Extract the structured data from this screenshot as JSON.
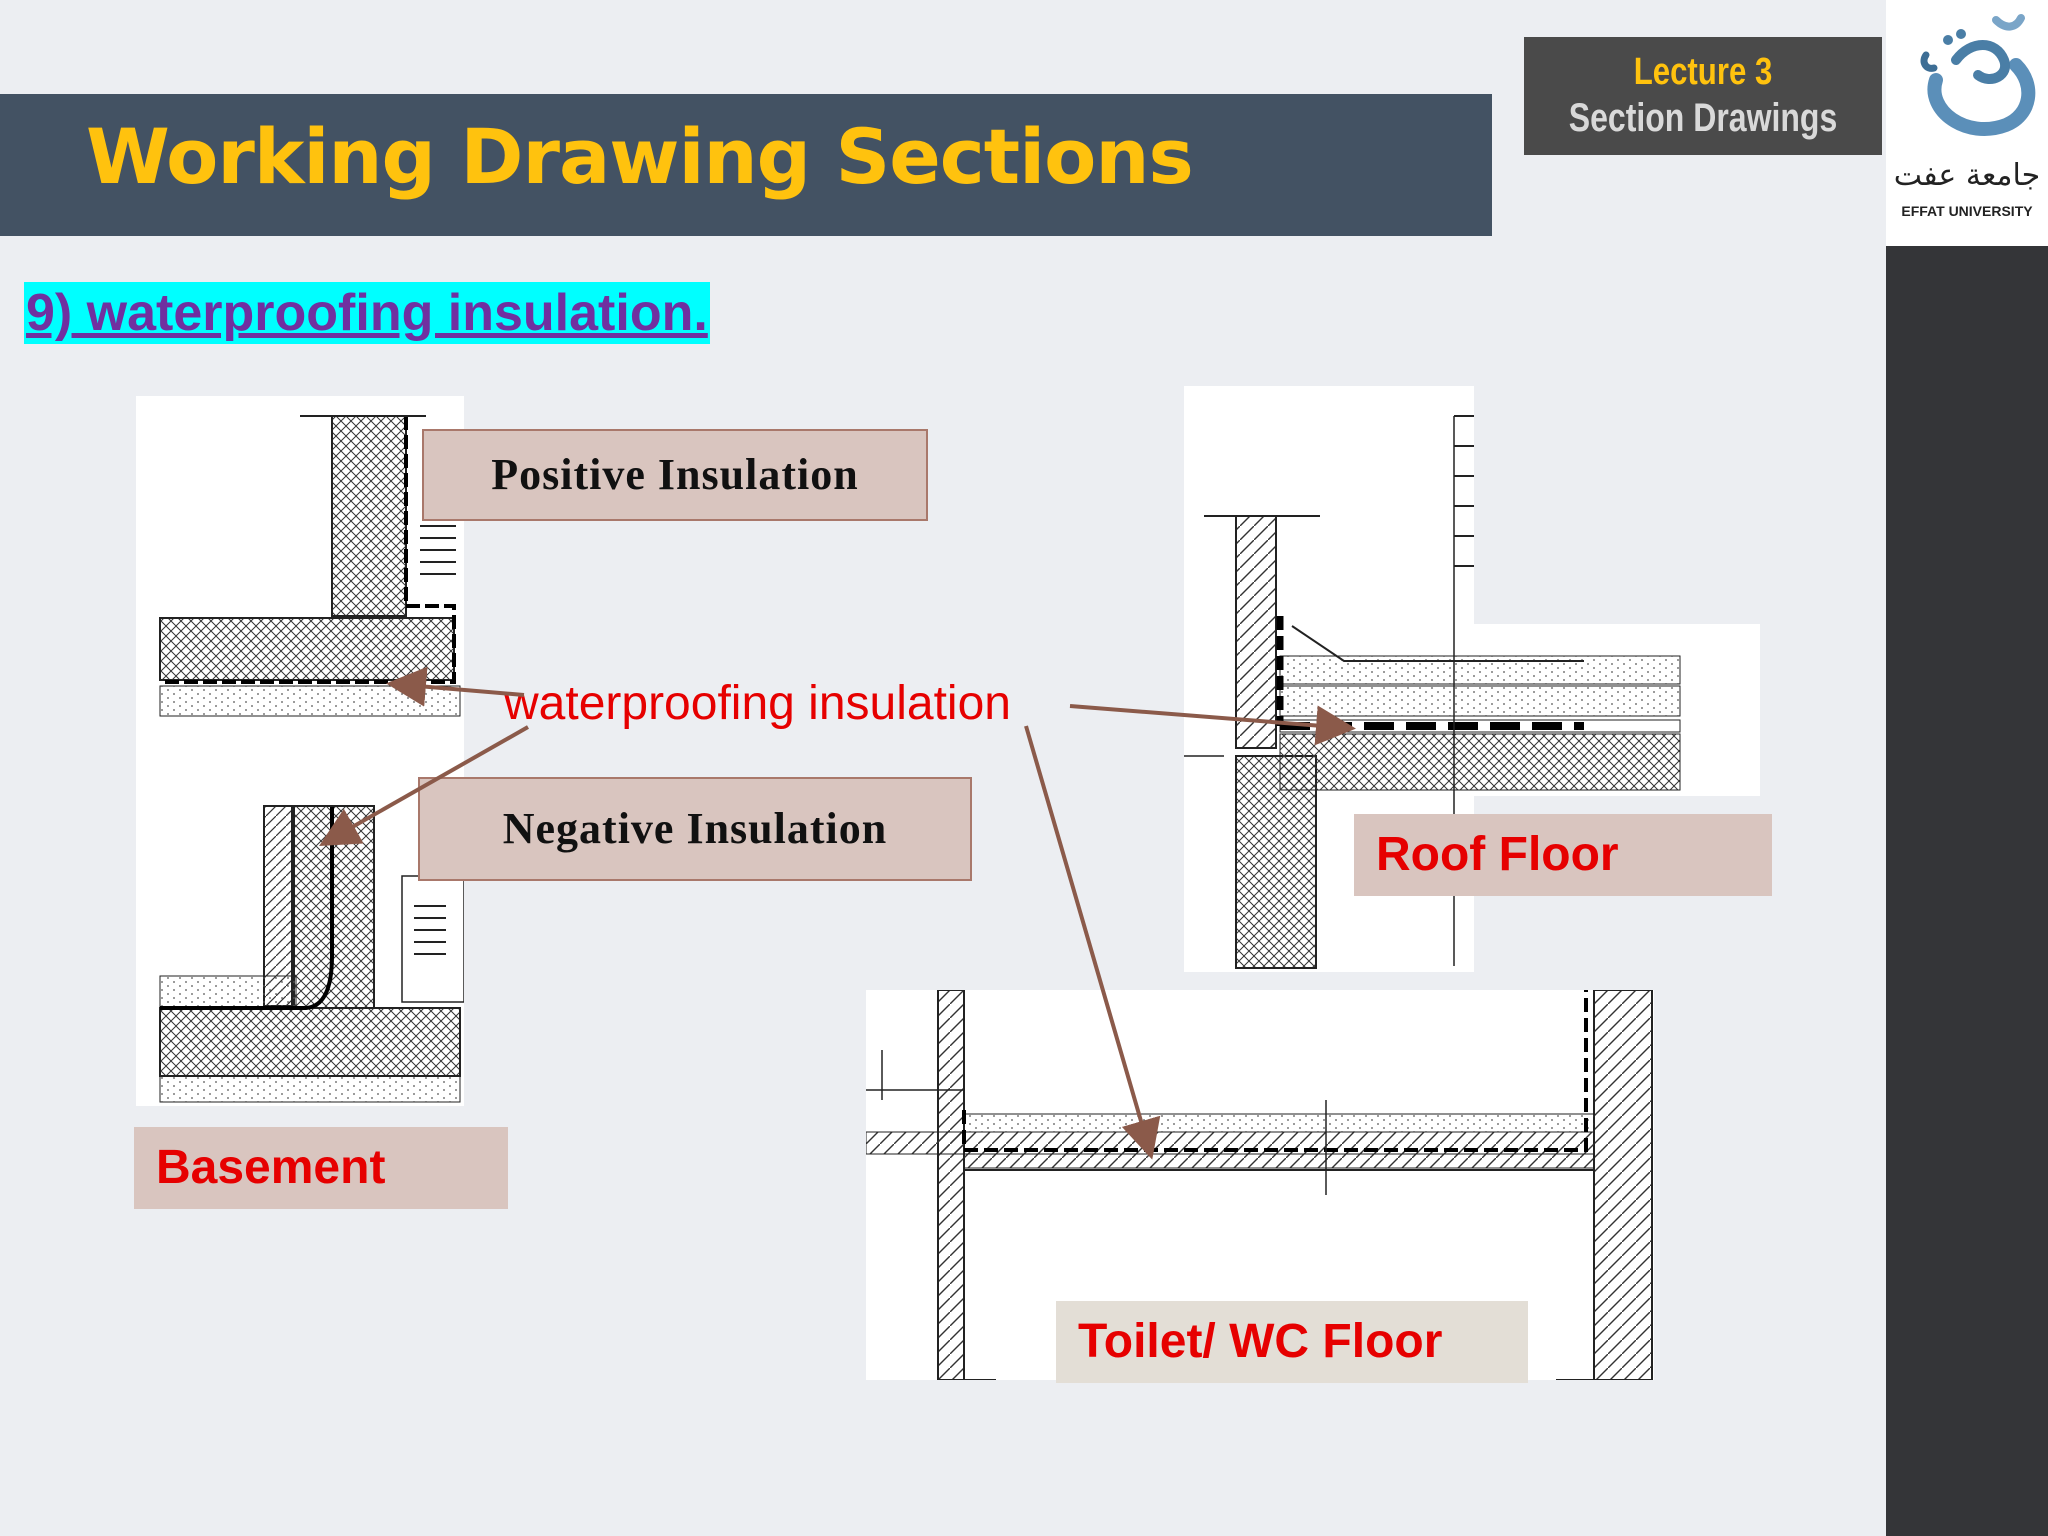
{
  "header": {
    "title": "Working Drawing Sections",
    "lecture_line1": "Lecture 3",
    "lecture_line2": "Section  Drawings"
  },
  "logo": {
    "arabic": "جامعة عفت",
    "english": "EFFAT UNIVERSITY",
    "icon": "effat-calligraphy-logo"
  },
  "subtitle": "9) waterproofing insulation.",
  "annotations": {
    "positive": "Positive Insulation",
    "negative": "Negative Insulation",
    "waterproofing": "waterproofing insulation"
  },
  "labels": {
    "basement": "Basement",
    "roof": "Roof Floor",
    "toilet": "Toilet/ WC Floor"
  },
  "colors": {
    "title": "#ffc20e",
    "title_band": "#435263",
    "label_red": "#e60000",
    "subtitle": "#7030a0",
    "subtitle_highlight": "#00ffff",
    "arrow": "#8b5a4a"
  }
}
